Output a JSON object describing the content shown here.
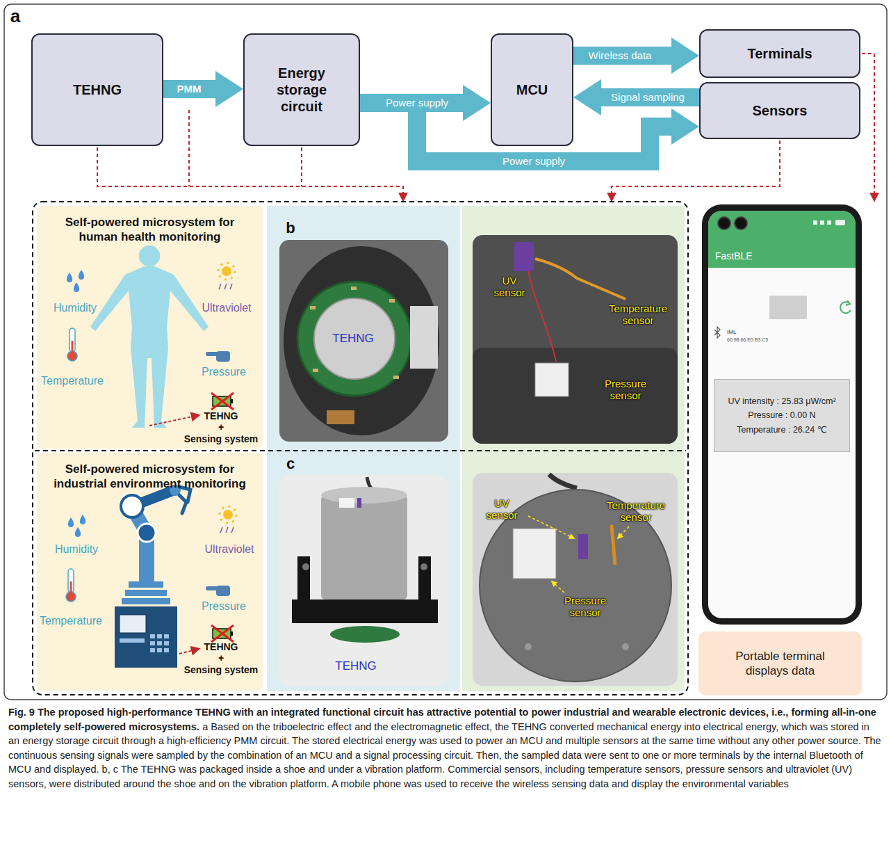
{
  "diagram": {
    "title": "Fig. 9 The proposed high-performance TEHNG with an integrated functional circuit has attractive potential to power industrial and wearable electronic devices, i.e., forming all-in-one completely self-powered microsystems.",
    "caption": "a Based on the triboelectric effect and the electromagnetic effect, the TEHNG converted mechanical energy into electrical energy, which was stored in an energy storage circuit through a high-efficiency PMM circuit. The stored electrical energy was used to power an MCU and multiple sensors at the same time without any other power source. The continuous sensing signals were sampled by the combination of an MCU and a signal processing circuit. Then, the sampled data were sent to one or more terminals by the internal Bluetooth of MCU and displayed. b, c The TEHNG was packaged inside a shoe and under a vibration platform. Commercial sensors, including temperature sensors, pressure sensors and ultraviolet (UV) sensors, were distributed around the shoe and on the vibration platform. A mobile phone was used to receive the wireless sensing data and display the environmental variables",
    "nodes": [
      {
        "text": [
          "TEHNG"
        ]
      },
      {
        "text": [
          "Energy storage circuit"
        ]
      },
      {
        "text": [
          "MCU"
        ]
      },
      {
        "text": [
          "Terminals"
        ]
      },
      {
        "text": [
          "Sensors"
        ]
      },
      {
        "text": [
          "Self-powered microsystem for human health monitoring"
        ]
      },
      {
        "text": [
          "Self-powered microsystem for industrial environment monitoring"
        ]
      },
      {
        "text": [
          "FastBLE"
        ]
      },
      {
        "text": [
          "UV intensity : 25.83 μW/cm²",
          "Pressure : 0.00 N",
          "Temperature : 26.24 ℃"
        ]
      },
      {
        "text": [
          "Portable terminal displays data"
        ]
      }
    ],
    "edges": [
      {
        "from": 0,
        "to": 1,
        "arrow": "to",
        "label": "PMM"
      },
      {
        "from": 1,
        "to": 2,
        "arrow": "to",
        "label": "Power supply"
      },
      {
        "from": 2,
        "to": 3,
        "arrow": "to",
        "label": "Wireless data"
      },
      {
        "from": 4,
        "to": 2,
        "arrow": "to",
        "label": "Signal sampling"
      },
      {
        "from": 1,
        "to": 4,
        "arrow": "to",
        "label": "Power supply"
      }
    ],
    "labels": [
      "a",
      "b",
      "c",
      "Humidity",
      "Ultraviolet",
      "Pressure",
      "Temperature",
      "TEHNG",
      "+",
      "Sensing system",
      "Humidity",
      "Ultraviolet",
      "Pressure",
      "Temperature",
      "TEHNG",
      "+",
      "Sensing system",
      "TEHNG",
      "UV sensor",
      "Temperature sensor",
      "Pressure sensor",
      "TEHNG",
      "UV sensor",
      "Temperature sensor",
      "Pressure sensor",
      "IML",
      "60:98:66:E0:B3:C5"
    ]
  }
}
